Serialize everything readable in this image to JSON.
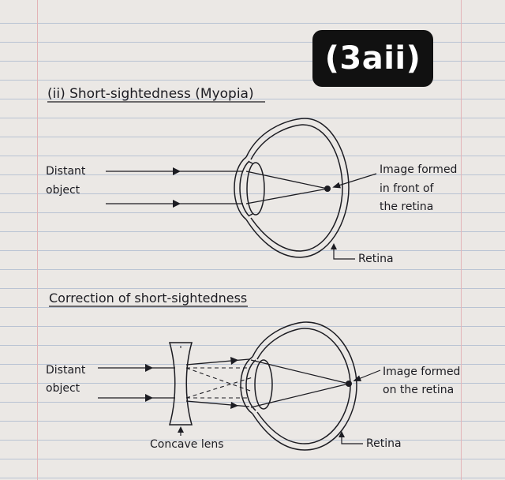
{
  "badge": "(3aii)",
  "section1": {
    "heading": "(ii) Short-sightedness (Myopia)",
    "object_line1": "Distant",
    "object_line2": "object",
    "image_line1": "Image formed",
    "image_line2": "in front of",
    "image_line3": "the retina",
    "retina_label": "Retina"
  },
  "section2": {
    "heading": "Correction of short-sightedness",
    "object_line1": "Distant",
    "object_line2": "object",
    "image_line1": "Image formed",
    "image_line2": "on the retina",
    "lens_label": "Concave lens",
    "retina_label": "Retina"
  },
  "colors": {
    "ink": "#1c1c22",
    "paper": "#ebe8e5",
    "rule": "#b9c3d3",
    "margin": "#e3b3b6",
    "badge": "#111111"
  }
}
